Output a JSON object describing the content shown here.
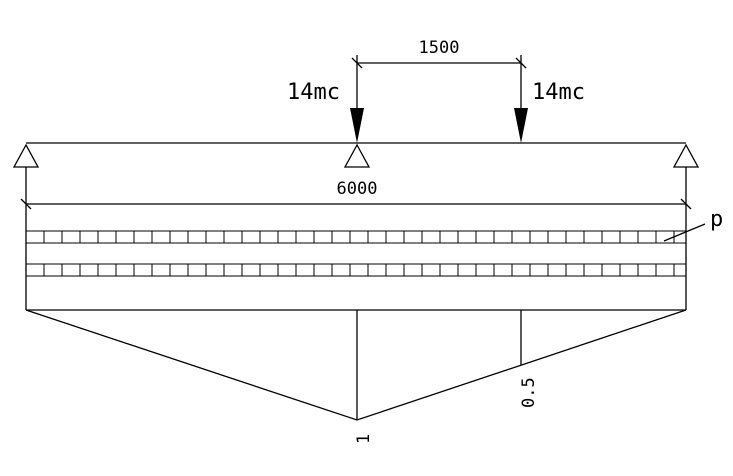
{
  "dimensions": {
    "load_spacing": "1500",
    "span_length": "6000"
  },
  "loads": {
    "left_label": "14mc",
    "right_label": "14mc"
  },
  "lane_label": "p",
  "influence_line": {
    "peak_value": "1",
    "secondary_value": "0.5"
  }
}
